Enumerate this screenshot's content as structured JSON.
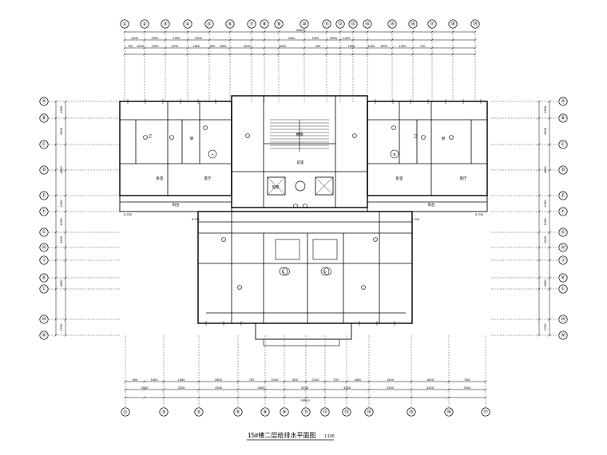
{
  "title": "15#楼二层给排水平面图",
  "scale": "1:100",
  "axes_top": [
    "①",
    "②",
    "③",
    "④",
    "⑤",
    "⑥",
    "⑦",
    "⑧",
    "⑨",
    "⑩",
    "⑪",
    "⑫",
    "⑬",
    "⑭",
    "⑮",
    "⑯",
    "⑰",
    "⑱",
    "⑲"
  ],
  "axes_bottom": [
    "①",
    "③",
    "⑤",
    "⑥",
    "⑧",
    "⑨",
    "⑪",
    "⑫",
    "⑬",
    "⑭",
    "⑮",
    "⑯",
    "⑰",
    "⑲"
  ],
  "axes_left": [
    "Ⓐ",
    "Ⓑ",
    "Ⓒ",
    "Ⓓ",
    "Ⓔ",
    "Ⓕ",
    "Ⓖ",
    "Ⓗ",
    "Ⓙ",
    "Ⓚ",
    "Ⓛ",
    "Ⓜ",
    "Ⓝ"
  ],
  "axes_right": [
    "Ⓐ",
    "Ⓑ",
    "Ⓒ",
    "Ⓓ",
    "Ⓔ",
    "Ⓕ",
    "Ⓖ",
    "Ⓗ",
    "Ⓙ",
    "Ⓚ",
    "Ⓛ",
    "Ⓜ",
    "Ⓝ"
  ],
  "overall_dim_top": "33500",
  "overall_dim_bottom": "33500",
  "dims_top_row1": [
    "1400",
    "2500",
    "1900",
    "2300",
    "",
    "",
    "",
    "",
    "2300",
    "1900",
    "2500",
    "1400"
  ],
  "dims_top_row2": [
    "700",
    "1000",
    "1900",
    "1200",
    "1500",
    "400",
    "1600",
    "4400",
    "1600",
    "400",
    "1500",
    "1200",
    "1900",
    "1000",
    "700"
  ],
  "dims_bottom_row1": [
    "900",
    "1800",
    "1500",
    "2800",
    "700",
    "2100",
    "800",
    "2100",
    "700",
    "2800",
    "1500",
    "1800",
    "900"
  ],
  "dims_bottom_row2": [
    "3000",
    "3200",
    "3300",
    "3300",
    "3200",
    "3300",
    "3300",
    "3200",
    "3000"
  ],
  "dims_left": [
    "1300",
    "2600",
    "4800",
    "1200",
    "1500",
    "1200",
    "4000",
    "1700"
  ],
  "dims_right": [
    "1300",
    "2600",
    "4800",
    "1200",
    "1500",
    "1200",
    "4000",
    "1700"
  ],
  "unit_labels": [
    "A",
    "B",
    "C",
    "D"
  ],
  "room_labels": [
    "卫",
    "厨",
    "卧室",
    "客厅",
    "阳台",
    "卫",
    "厨",
    "卧室",
    "客厅",
    "阳台",
    "电梯",
    "楼梯",
    "前室"
  ],
  "level_marks": [
    "5.700",
    "5.700",
    "5.700",
    "5.700"
  ]
}
